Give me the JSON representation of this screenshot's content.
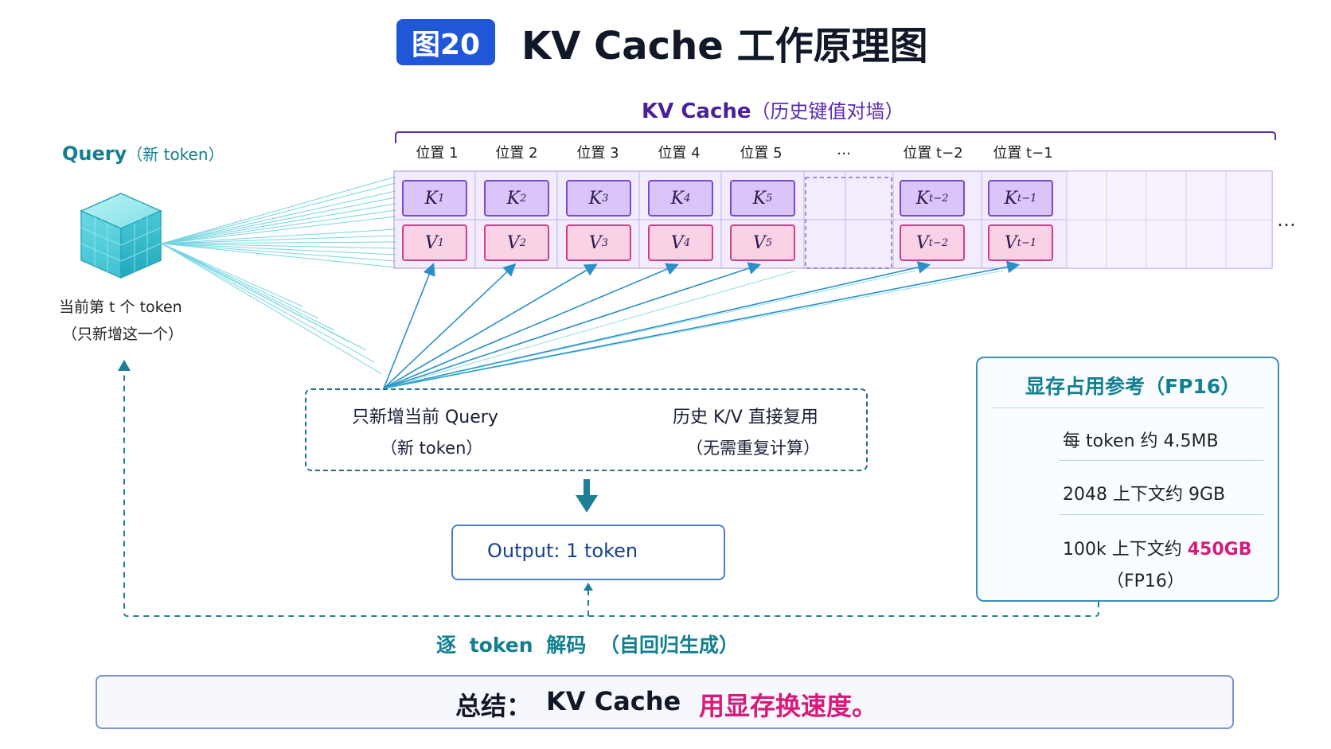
{
  "title": {
    "badge": "图20",
    "text": "KV Cache 工作原理图"
  },
  "cache": {
    "title": "KV Cache",
    "title_paren": "（历史键值对墙）",
    "positions": [
      {
        "label": "位置 1",
        "k": "K",
        "v": "V",
        "sub": "1"
      },
      {
        "label": "位置 2",
        "k": "K",
        "v": "V",
        "sub": "2"
      },
      {
        "label": "位置 3",
        "k": "K",
        "v": "V",
        "sub": "3"
      },
      {
        "label": "位置 4",
        "k": "K",
        "v": "V",
        "sub": "4"
      },
      {
        "label": "位置 5",
        "k": "K",
        "v": "V",
        "sub": "5"
      },
      {
        "label": "…",
        "k": "",
        "v": "",
        "sub": ""
      },
      {
        "label": "位置 t−2",
        "k": "K",
        "v": "V",
        "sub": "t−2"
      },
      {
        "label": "位置 t−1",
        "k": "K",
        "v": "V",
        "sub": "t−1"
      }
    ],
    "ellipsis_right": "…"
  },
  "query": {
    "label": "Query",
    "label_paren": "（新 token）",
    "sub1": "当前第 t 个 token",
    "sub2": "（只新增这一个）"
  },
  "middle": {
    "left_line1": "只新增当前 Query",
    "left_line2": "（新 token）",
    "right_line1": "历史 K/V 直接复用",
    "right_line2": "（无需重复计算）"
  },
  "output": {
    "label": "Output:  1 token"
  },
  "decode": {
    "label": "逐 token 解码 （自回归生成）"
  },
  "memory": {
    "title": "显存占用参考（FP16）",
    "rows": [
      {
        "text": "每 token  约 4.5MB"
      },
      {
        "text": "2048 上下文约 9GB"
      },
      {
        "text": "100k 上下文约",
        "accent": "450GB",
        "sub": "（FP16）"
      }
    ]
  },
  "summary": {
    "label": "总结：",
    "main": "KV Cache",
    "accent": "用显存换速度。"
  },
  "colors": {
    "badge": "#1f57d6",
    "teal": "#127f91",
    "purple": "#4b1f9a",
    "k_fill": "#d9c5f7",
    "v_fill": "#fad2e6",
    "accent_pink": "#d81b7b"
  },
  "icons": [
    "cube-icon",
    "cube-grid-icon",
    "lightbulb-icon",
    "arrow-right-icon",
    "arrow-down-icon"
  ]
}
